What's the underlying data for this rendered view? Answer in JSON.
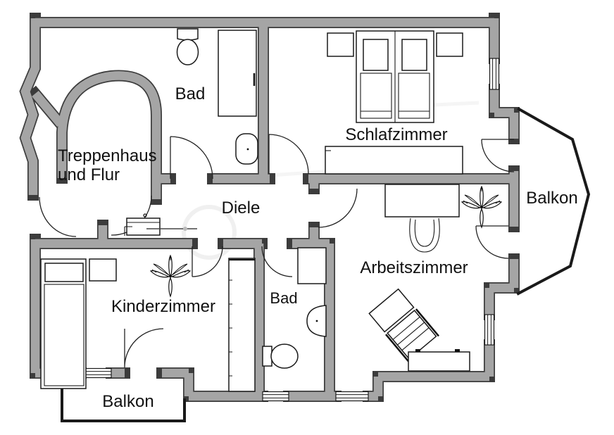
{
  "rooms": {
    "bad_top": {
      "label": "Bad"
    },
    "treppenhaus": {
      "label_line1": "Treppenhaus",
      "label_line2": "und Flur"
    },
    "schlafzimmer": {
      "label": "Schlafzimmer"
    },
    "diele": {
      "label": "Diele"
    },
    "balkon_right": {
      "label": "Balkon"
    },
    "kinderzimmer": {
      "label": "Kinderzimmer"
    },
    "bad_bottom": {
      "label": "Bad"
    },
    "arbeitszimmer": {
      "label": "Arbeitszimmer"
    },
    "balkon_bottom": {
      "label": "Balkon"
    }
  },
  "colors": {
    "background": "#ffffff",
    "wall_fill": "#a5a5a5",
    "wall_edge": "#3c3c3c",
    "drawing_line": "#1a1a1a",
    "balcony_outline": "#1a1a1a"
  },
  "symbols": {
    "plants": "plant-icon",
    "doors": "door-swing-arc",
    "windows": "window-symbol",
    "furniture": [
      "double-bed",
      "nightstand",
      "wardrobe-sideboard",
      "bathtub",
      "toilet",
      "sink",
      "desk",
      "office-chair",
      "lounge-chair",
      "single-bed",
      "side-table",
      "tall-wardrobe",
      "dresser",
      "lowboard"
    ]
  }
}
